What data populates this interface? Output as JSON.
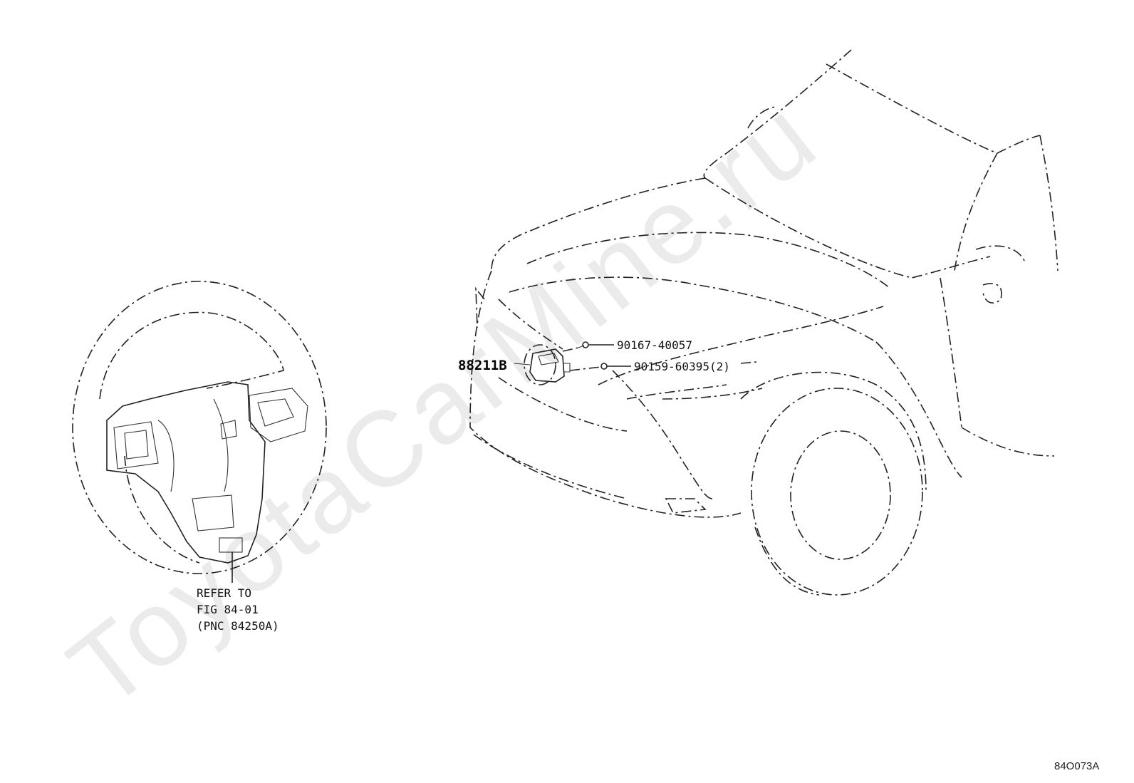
{
  "watermark": "ToyotaCarMine.ru",
  "steering_wheel": {
    "refer_lines": [
      "REFER TO",
      "FIG 84-01",
      "(PNC 84250A)"
    ]
  },
  "parts": {
    "main_part": "88211B",
    "bolt": "90167-40057",
    "screw": "90159-60395(2)"
  },
  "figure_code": "84O073A"
}
